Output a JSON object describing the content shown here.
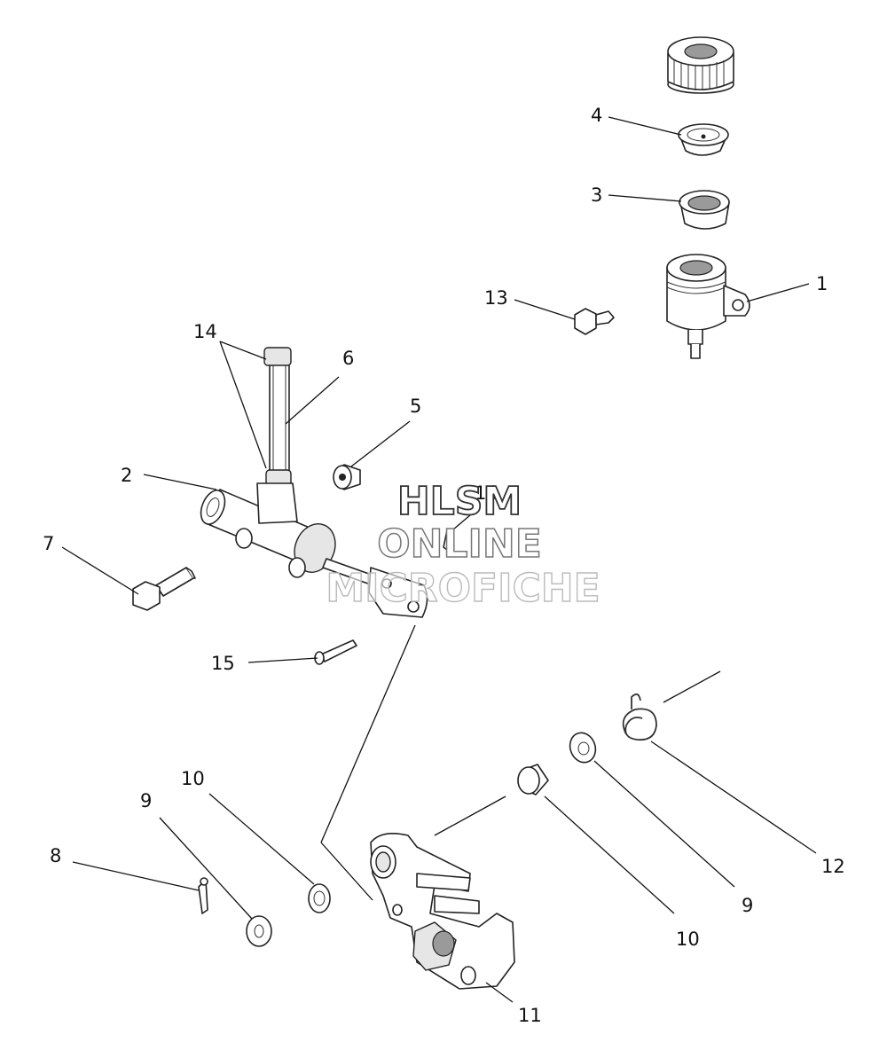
{
  "callouts": {
    "c1": "1",
    "c2": "2",
    "c3": "3",
    "c4": "4",
    "c5": "5",
    "c6": "6",
    "c7": "7",
    "c8": "8",
    "c9a": "9",
    "c9b": "9",
    "c10a": "10",
    "c10b": "10",
    "c11": "11",
    "c12": "12",
    "c13": "13",
    "c14": "14",
    "c15": "15",
    "c16": "16"
  },
  "watermark": {
    "line1": "HLSM",
    "line2": "ONLINE",
    "line3": "MICROFICHE"
  }
}
